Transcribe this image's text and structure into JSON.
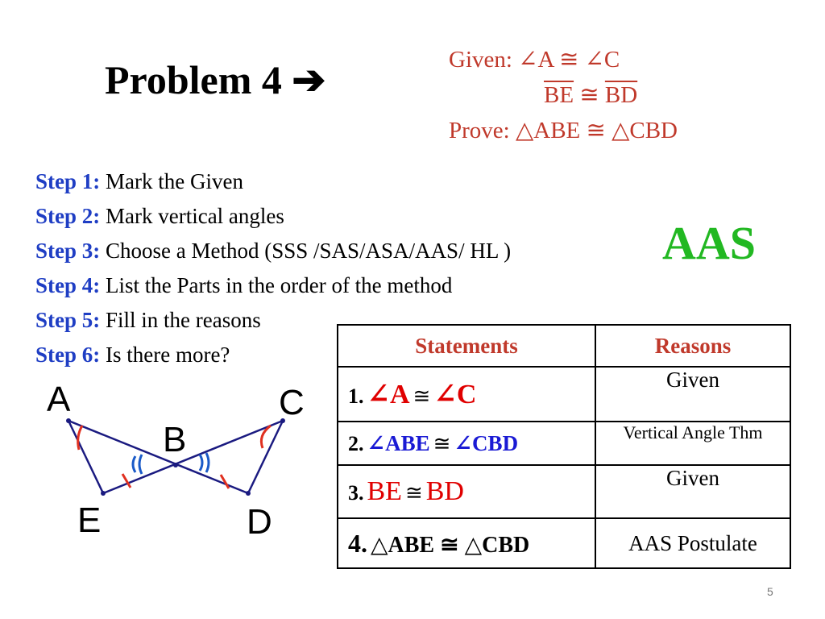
{
  "title": "Problem 4 ➔",
  "given": {
    "given_line": "Given: ∠A ≅ ∠C",
    "seg_line": {
      "seg1": "BE",
      "cong": "≅",
      "seg2": "BD"
    },
    "prove_line": "Prove: △ABE ≅ △CBD"
  },
  "steps": [
    {
      "label": "Step 1:",
      "text": "Mark the Given"
    },
    {
      "label": "Step 2:",
      "text": "Mark vertical angles"
    },
    {
      "label": "Step 3:",
      "text": "Choose a Method (SSS /SAS/ASA/AAS/ HL )"
    },
    {
      "label": "Step 4:",
      "text": "List the Parts in the order of the method"
    },
    {
      "label": "Step 5:",
      "text": "Fill in the reasons"
    },
    {
      "label": "Step 6:",
      "text": "Is there more?"
    }
  ],
  "method": "AAS",
  "figure": {
    "labels": {
      "A": "A",
      "B": "B",
      "C": "C",
      "D": "D",
      "E": "E"
    },
    "colors": {
      "lines": "#1a1a80",
      "marks": "#e03020",
      "vertical_marks": "#1a5ac8"
    }
  },
  "table": {
    "headers": {
      "statements": "Statements",
      "reasons": "Reasons"
    },
    "rows": [
      {
        "num": "1.",
        "parts": [
          "∠A",
          "≅",
          "∠C"
        ],
        "reason": "Given"
      },
      {
        "num": "2.",
        "parts": [
          "∠ABE",
          "≅",
          "∠CBD"
        ],
        "reason": "Vertical Angle Thm"
      },
      {
        "num": "3.",
        "parts": [
          "BE",
          "≅",
          "BD"
        ],
        "reason": "Given"
      },
      {
        "num": "4.",
        "parts": [
          "△ABE ≅ △CBD"
        ],
        "reason": "AAS Postulate"
      }
    ]
  },
  "page_number": "5",
  "colors": {
    "given": "#c0392b",
    "step_label": "#1f3ec4",
    "method": "#22b822",
    "header": "#c0392b",
    "red": "#e00000",
    "blue": "#1a1ad4"
  }
}
